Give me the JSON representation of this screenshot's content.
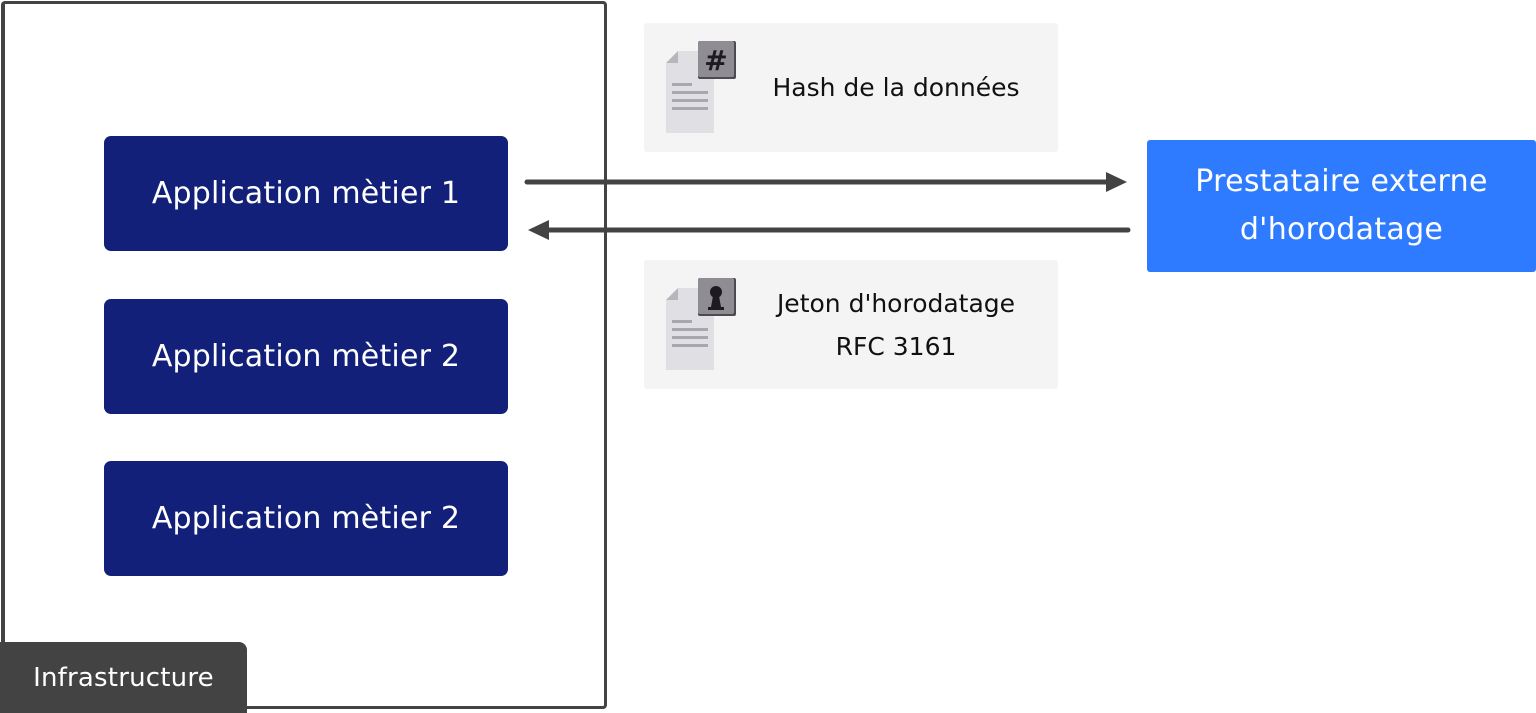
{
  "infrastructure": {
    "label": "Infrastructure"
  },
  "applications": [
    {
      "label": "Application mètier 1"
    },
    {
      "label": "Application mètier 2"
    },
    {
      "label": "Application mètier 2"
    }
  ],
  "provider": {
    "line1": "Prestataire externe",
    "line2": "d'horodatage"
  },
  "notes": {
    "hash": {
      "text": "Hash de la données",
      "icon": "hash-document-icon"
    },
    "token": {
      "line1": "Jeton d'horodatage",
      "line2": "RFC 3161",
      "icon": "sealed-document-icon"
    }
  },
  "colors": {
    "app_box": "#13207a",
    "provider": "#2f7bff",
    "infrastructure_border": "#434343",
    "note_background": "#f4f4f4",
    "arrow": "#434343"
  }
}
